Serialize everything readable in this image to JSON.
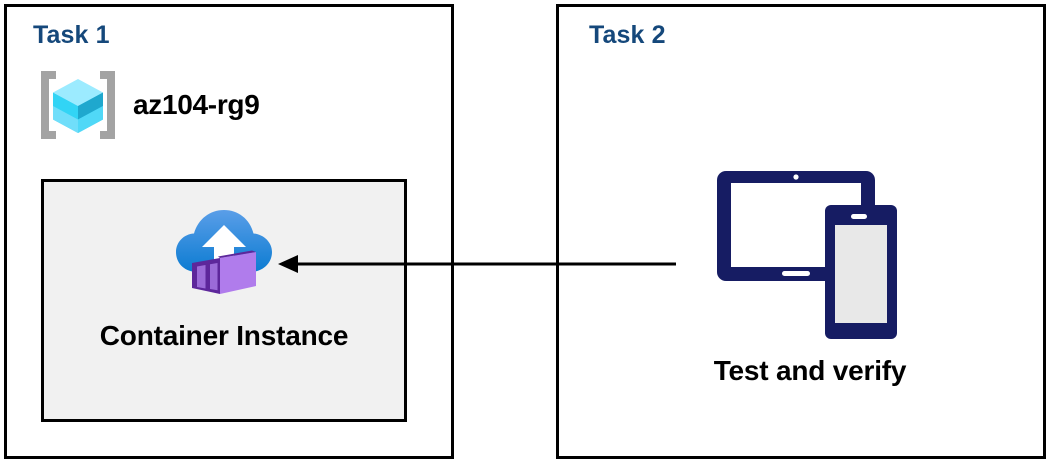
{
  "diagram": {
    "title": "Azure task diagram",
    "background": "#ffffff",
    "colors": {
      "panel_border": "#000000",
      "task_heading": "#15487B",
      "card_fill": "#F1F1F1",
      "card_border": "#000000",
      "device_navy": "#161C63",
      "arrow": "#000000",
      "cube_light": "#9CEBFF",
      "cube_mid": "#32D4F5",
      "cube_dark": "#198AB3",
      "bracket_gray": "#A3A3A3",
      "cloud_top": "#5196E3",
      "cloud_bottom": "#0D7FD4",
      "container_light": "#B07CEC",
      "container_dark": "#5D279B",
      "container_mid": "#9B6BD8"
    }
  },
  "panels": [
    {
      "id": "task1",
      "title": "Task 1",
      "resource_group": {
        "icon": "resource-group-icon",
        "name": "az104-rg9"
      },
      "card": {
        "icon": "container-instance-icon",
        "label": "Container Instance"
      }
    },
    {
      "id": "task2",
      "title": "Task 2",
      "devices": {
        "icon": "tablet-and-phone-icon",
        "label": "Test and verify"
      }
    }
  ],
  "connector": {
    "name": "arrow-task2-to-container-instance",
    "direction": "right-to-left",
    "from": "Test and verify",
    "to": "Container Instance"
  }
}
